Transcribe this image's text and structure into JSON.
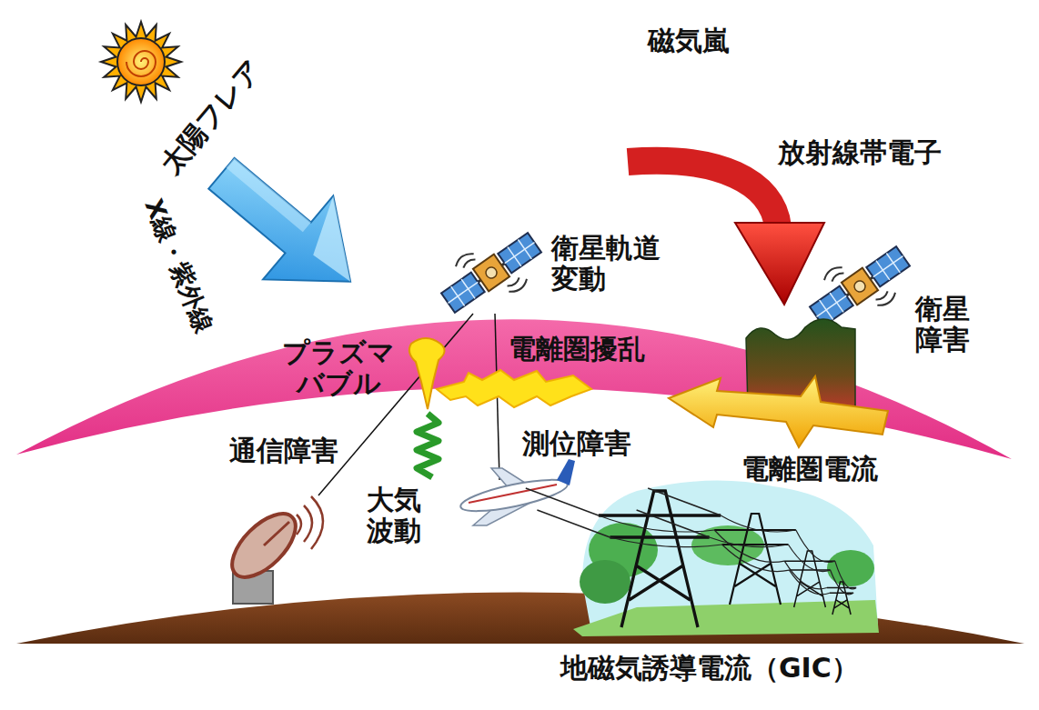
{
  "diagram": {
    "title": "磁気嵐",
    "labels": [
      "太陽フレア",
      "X線・紫外線",
      "放射線帯電子",
      "衛星軌道 変動",
      "衛星 障害",
      "プラズマ バブル",
      "電離圏擾乱",
      "通信障害",
      "測位障害",
      "電離圏電流",
      "大気 波動",
      "地磁気誘導電流（GIC）"
    ]
  }
}
